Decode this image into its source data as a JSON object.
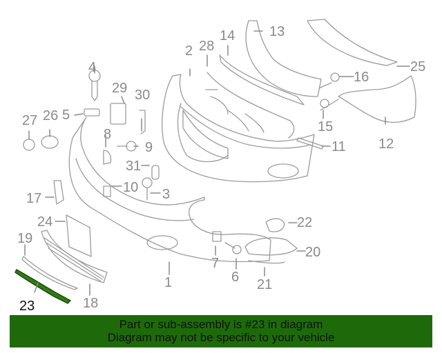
{
  "diagram": {
    "title": "Front bumper assembly exploded parts diagram",
    "highlighted_part": "23",
    "highlight_color": "#2f7d14",
    "line_color": "#8a8a8a",
    "callouts": [
      {
        "id": "1",
        "label": "1"
      },
      {
        "id": "2",
        "label": "2"
      },
      {
        "id": "3",
        "label": "3"
      },
      {
        "id": "4",
        "label": "4"
      },
      {
        "id": "5",
        "label": "5"
      },
      {
        "id": "6",
        "label": "6"
      },
      {
        "id": "7",
        "label": "7"
      },
      {
        "id": "8",
        "label": "8"
      },
      {
        "id": "9",
        "label": "9"
      },
      {
        "id": "10",
        "label": "10"
      },
      {
        "id": "11",
        "label": "11"
      },
      {
        "id": "12",
        "label": "12"
      },
      {
        "id": "13",
        "label": "13"
      },
      {
        "id": "14",
        "label": "14"
      },
      {
        "id": "15",
        "label": "15"
      },
      {
        "id": "16",
        "label": "16"
      },
      {
        "id": "17",
        "label": "17"
      },
      {
        "id": "18",
        "label": "18"
      },
      {
        "id": "19",
        "label": "19"
      },
      {
        "id": "20",
        "label": "20"
      },
      {
        "id": "21",
        "label": "21"
      },
      {
        "id": "22",
        "label": "22"
      },
      {
        "id": "23",
        "label": "23"
      },
      {
        "id": "24",
        "label": "24"
      },
      {
        "id": "25",
        "label": "25"
      },
      {
        "id": "26",
        "label": "26"
      },
      {
        "id": "27",
        "label": "27"
      },
      {
        "id": "28",
        "label": "28"
      },
      {
        "id": "29",
        "label": "29"
      },
      {
        "id": "30",
        "label": "30"
      },
      {
        "id": "31",
        "label": "31"
      }
    ]
  },
  "banner": {
    "line1": "Part or sub-assembly is #23 in diagram",
    "line2": "Diagram may not be specific to your vehicle",
    "background": "#1e6a0a"
  }
}
